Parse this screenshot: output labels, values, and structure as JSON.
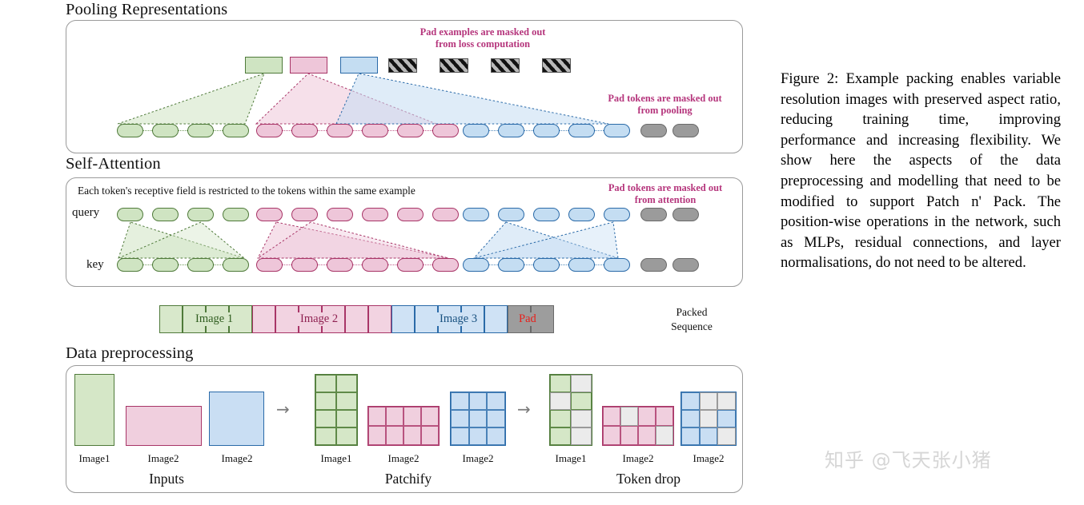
{
  "sections": {
    "pooling": {
      "title": "Pooling Representations"
    },
    "attention": {
      "title": "Self-Attention",
      "caption": "Each token's receptive field is restricted to the tokens within the same example",
      "query_label": "query",
      "key_label": "key"
    },
    "preprocessing": {
      "title": "Data preprocessing"
    }
  },
  "notes": {
    "pad_examples": "Pad examples are masked out\nfrom loss computation",
    "pad_examples_l1": "Pad examples are masked out",
    "pad_examples_l2": "from loss computation",
    "pad_pooling_l1": "Pad tokens are masked out",
    "pad_pooling_l2": "from pooling",
    "pad_attention_l1": "Pad tokens are masked out",
    "pad_attention_l2": "from attention"
  },
  "tokens": {
    "groups": [
      {
        "color": "green",
        "count": 4
      },
      {
        "color": "pink",
        "count": 6
      },
      {
        "color": "blue",
        "count": 5
      },
      {
        "color": "gray",
        "count": 2
      }
    ],
    "pooled_count": 3,
    "hatched_count": 4
  },
  "packed_sequence": {
    "label_l1": "Packed",
    "label_l2": "Sequence",
    "segments": [
      {
        "label": "Image 1",
        "color": "green",
        "cells": 4
      },
      {
        "label": "Image 2",
        "color": "pink",
        "cells": 6
      },
      {
        "label": "Image 3",
        "color": "blue",
        "cells": 5
      },
      {
        "label": "Pad",
        "color": "gray",
        "cells": 2
      }
    ]
  },
  "preprocessing": {
    "steps": [
      {
        "name": "Inputs",
        "items": [
          {
            "label": "Image1",
            "color": "green"
          },
          {
            "label": "Image2",
            "color": "pink"
          },
          {
            "label": "Image2",
            "color": "blue"
          }
        ]
      },
      {
        "name": "Patchify",
        "items": [
          {
            "label": "Image1",
            "color": "green",
            "cols": 2,
            "rows": 4
          },
          {
            "label": "Image2",
            "color": "pink",
            "cols": 4,
            "rows": 2
          },
          {
            "label": "Image2",
            "color": "blue",
            "cols": 3,
            "rows": 3
          }
        ]
      },
      {
        "name": "Token drop",
        "items": [
          {
            "label": "Image1",
            "color": "green",
            "cols": 2,
            "rows": 4
          },
          {
            "label": "Image2",
            "color": "pink",
            "cols": 4,
            "rows": 2
          },
          {
            "label": "Image2",
            "color": "blue",
            "cols": 3,
            "rows": 3
          }
        ]
      }
    ],
    "arrow": "→"
  },
  "figure_caption": "Figure 2: Example packing enables variable resolution images with preserved aspect ratio, reducing training time, improving performance and increasing flexibility. We show here the aspects of the data preprocessing and modelling that need to be modified to support Patch n' Pack. The position-wise operations in the network, such as MLPs, residual connections, and layer normalisations, do not need to be altered.",
  "watermark": "知乎 @飞天张小猪",
  "colors": {
    "green": "#4f7a3a",
    "pink": "#a83567",
    "blue": "#2a6aa8",
    "gray": "#9b9b9b",
    "note_pink": "#b5357c",
    "pad_red": "#e8201b"
  }
}
